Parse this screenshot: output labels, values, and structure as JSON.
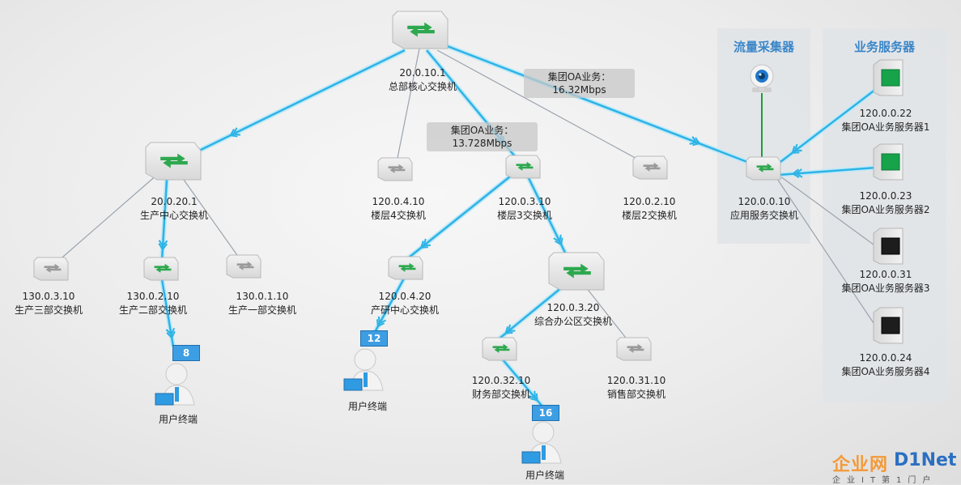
{
  "panels": {
    "collector_title": "流量采集器",
    "servers_title": "业务服务器"
  },
  "nodes": {
    "core": {
      "ip": "20.0.10.1",
      "name": "总部核心交换机",
      "icon": "switch-large-icon"
    },
    "prod_center": {
      "ip": "20.0.20.1",
      "name": "生产中心交换机",
      "icon": "switch-large-icon"
    },
    "prod3": {
      "ip": "130.0.3.10",
      "name": "生产三部交换机",
      "icon": "switch-small-gray-icon"
    },
    "prod2": {
      "ip": "130.0.2.10",
      "name": "生产二部交换机",
      "icon": "switch-small-icon"
    },
    "prod1": {
      "ip": "130.0.1.10",
      "name": "生产一部交换机",
      "icon": "switch-small-gray-icon"
    },
    "floor4": {
      "ip": "120.0.4.10",
      "name": "楼层4交换机",
      "icon": "switch-small-gray-icon"
    },
    "floor3": {
      "ip": "120.0.3.10",
      "name": "楼层3交换机",
      "icon": "switch-small-icon"
    },
    "floor2": {
      "ip": "120.0.2.10",
      "name": "楼层2交换机",
      "icon": "switch-small-gray-icon"
    },
    "app": {
      "ip": "120.0.0.10",
      "name": "应用服务交换机",
      "icon": "switch-small-icon"
    },
    "rd": {
      "ip": "120.0.4.20",
      "name": "产研中心交换机",
      "icon": "switch-small-icon"
    },
    "office": {
      "ip": "120.0.3.20",
      "name": "综合办公区交换机",
      "icon": "switch-large-icon"
    },
    "finance": {
      "ip": "120.0.32.10",
      "name": "财务部交换机",
      "icon": "switch-small-icon"
    },
    "sales": {
      "ip": "120.0.31.10",
      "name": "销售部交换机",
      "icon": "switch-small-gray-icon"
    },
    "srv1": {
      "ip": "120.0.0.22",
      "name": "集团OA业务服务器1",
      "icon": "server-green-icon"
    },
    "srv2": {
      "ip": "120.0.0.23",
      "name": "集团OA业务服务器2",
      "icon": "server-green-icon"
    },
    "srv3": {
      "ip": "120.0.0.31",
      "name": "集团OA业务服务器3",
      "icon": "server-dark-icon"
    },
    "srv4": {
      "ip": "120.0.0.24",
      "name": "集团OA业务服务器4",
      "icon": "server-dark-icon"
    }
  },
  "users": [
    {
      "label": "用户终端",
      "count": "8",
      "icon": "user-terminal-icon"
    },
    {
      "label": "用户终端",
      "count": "12",
      "icon": "user-terminal-icon"
    },
    {
      "label": "用户终端",
      "count": "16",
      "icon": "user-terminal-icon"
    }
  ],
  "collector": {
    "icon": "camera-collector-icon"
  },
  "traffic": [
    {
      "line1": "集团OA业务：",
      "line2": "16.32Mbps"
    },
    {
      "line1": "集团OA业务：",
      "line2": "13.728Mbps"
    }
  ],
  "colors": {
    "flow_line": "#2db3e6",
    "flow_glow": "#bfe9f8",
    "idle_line": "#9aa3ad",
    "collector_link": "#1e9a3c",
    "accent_title": "#3a86c8",
    "badge_fill": "#3d9ee4"
  },
  "watermark": {
    "cn": "企业网",
    "en": "D1Net",
    "sub": "企业IT第1门户"
  }
}
